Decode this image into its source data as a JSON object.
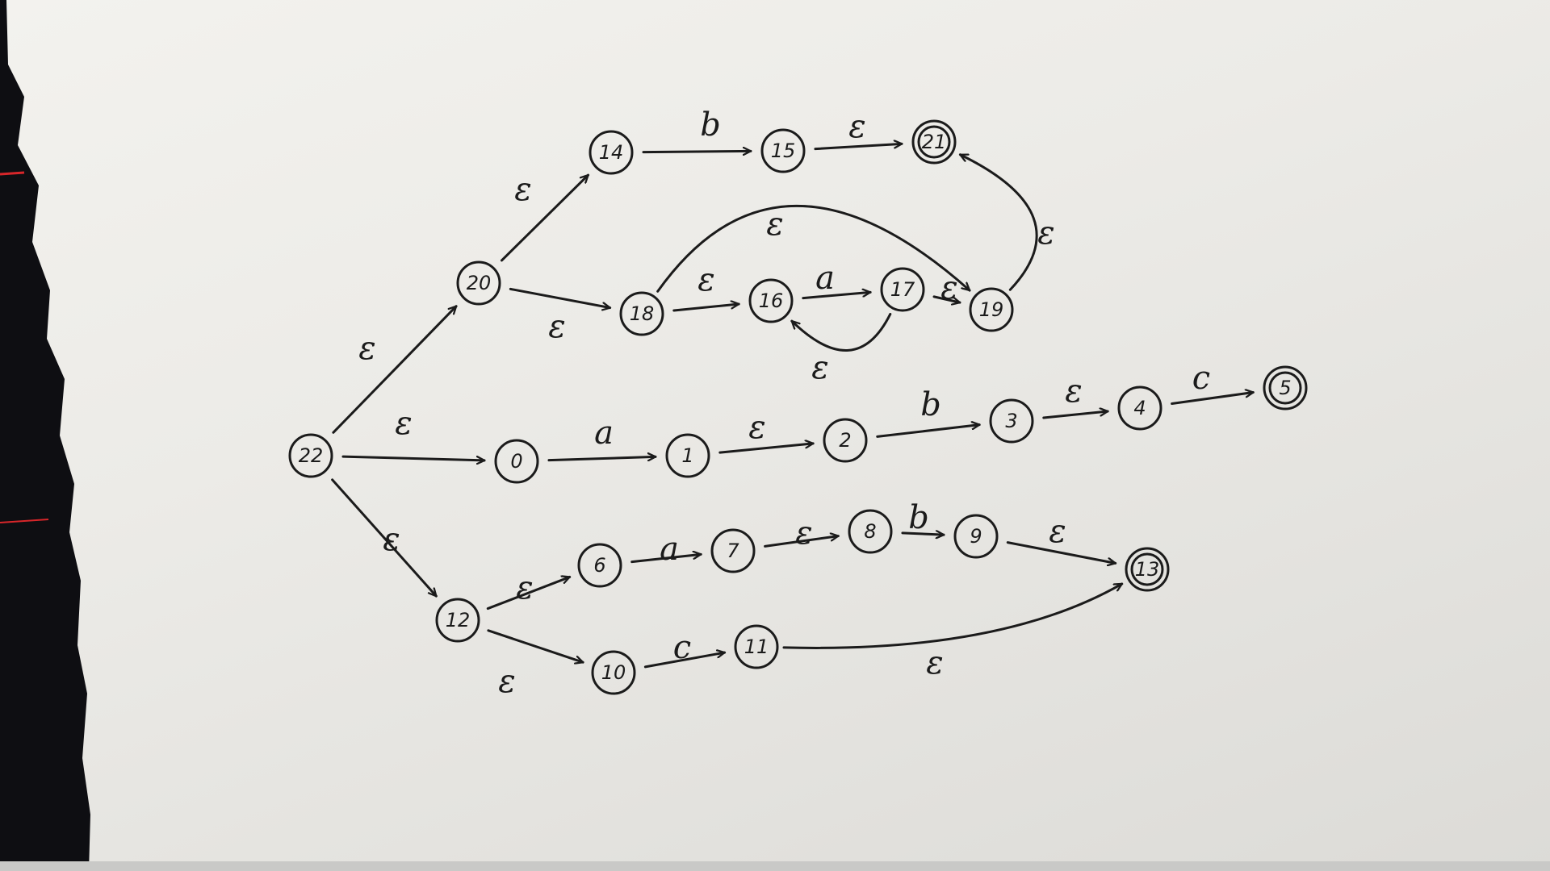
{
  "diagram": {
    "nodes": [
      {
        "id": "22",
        "label": "22",
        "accept": false
      },
      {
        "id": "20",
        "label": "20",
        "accept": false
      },
      {
        "id": "14",
        "label": "14",
        "accept": false
      },
      {
        "id": "15",
        "label": "15",
        "accept": false
      },
      {
        "id": "21",
        "label": "21",
        "accept": true
      },
      {
        "id": "18",
        "label": "18",
        "accept": false
      },
      {
        "id": "16",
        "label": "16",
        "accept": false
      },
      {
        "id": "17",
        "label": "17",
        "accept": false
      },
      {
        "id": "19",
        "label": "19",
        "accept": false
      },
      {
        "id": "0",
        "label": "0",
        "accept": false
      },
      {
        "id": "1",
        "label": "1",
        "accept": false
      },
      {
        "id": "2",
        "label": "2",
        "accept": false
      },
      {
        "id": "3",
        "label": "3",
        "accept": false
      },
      {
        "id": "4",
        "label": "4",
        "accept": false
      },
      {
        "id": "5",
        "label": "5",
        "accept": true
      },
      {
        "id": "12",
        "label": "12",
        "accept": false
      },
      {
        "id": "6",
        "label": "6",
        "accept": false
      },
      {
        "id": "7",
        "label": "7",
        "accept": false
      },
      {
        "id": "8",
        "label": "8",
        "accept": false
      },
      {
        "id": "9",
        "label": "9",
        "accept": false
      },
      {
        "id": "13",
        "label": "13",
        "accept": true
      },
      {
        "id": "10",
        "label": "10",
        "accept": false
      },
      {
        "id": "11",
        "label": "11",
        "accept": false
      }
    ],
    "edges": [
      {
        "from": "22",
        "to": "20",
        "label": "ε"
      },
      {
        "from": "22",
        "to": "0",
        "label": "ε"
      },
      {
        "from": "22",
        "to": "12",
        "label": "ε"
      },
      {
        "from": "20",
        "to": "14",
        "label": "ε"
      },
      {
        "from": "20",
        "to": "18",
        "label": "ε"
      },
      {
        "from": "14",
        "to": "15",
        "label": "b"
      },
      {
        "from": "15",
        "to": "21",
        "label": "ε"
      },
      {
        "from": "18",
        "to": "16",
        "label": "ε"
      },
      {
        "from": "18",
        "to": "19",
        "label": "ε"
      },
      {
        "from": "16",
        "to": "17",
        "label": "a"
      },
      {
        "from": "17",
        "to": "19",
        "label": "ε"
      },
      {
        "from": "17",
        "to": "16",
        "label": "ε"
      },
      {
        "from": "19",
        "to": "21",
        "label": "ε"
      },
      {
        "from": "0",
        "to": "1",
        "label": "a"
      },
      {
        "from": "1",
        "to": "2",
        "label": "ε"
      },
      {
        "from": "2",
        "to": "3",
        "label": "b"
      },
      {
        "from": "3",
        "to": "4",
        "label": "ε"
      },
      {
        "from": "4",
        "to": "5",
        "label": "c"
      },
      {
        "from": "12",
        "to": "6",
        "label": "ε"
      },
      {
        "from": "12",
        "to": "10",
        "label": "ε"
      },
      {
        "from": "6",
        "to": "7",
        "label": "a"
      },
      {
        "from": "7",
        "to": "8",
        "label": "ε"
      },
      {
        "from": "8",
        "to": "9",
        "label": "b"
      },
      {
        "from": "9",
        "to": "13",
        "label": "ε"
      },
      {
        "from": "10",
        "to": "11",
        "label": "c"
      },
      {
        "from": "11",
        "to": "13",
        "label": "ε"
      }
    ]
  },
  "colors": {
    "ink": "#1b1b1b",
    "paper": "#eeede9",
    "fabric": "#0e0e12",
    "fabric_stripe": "#d8262a"
  }
}
